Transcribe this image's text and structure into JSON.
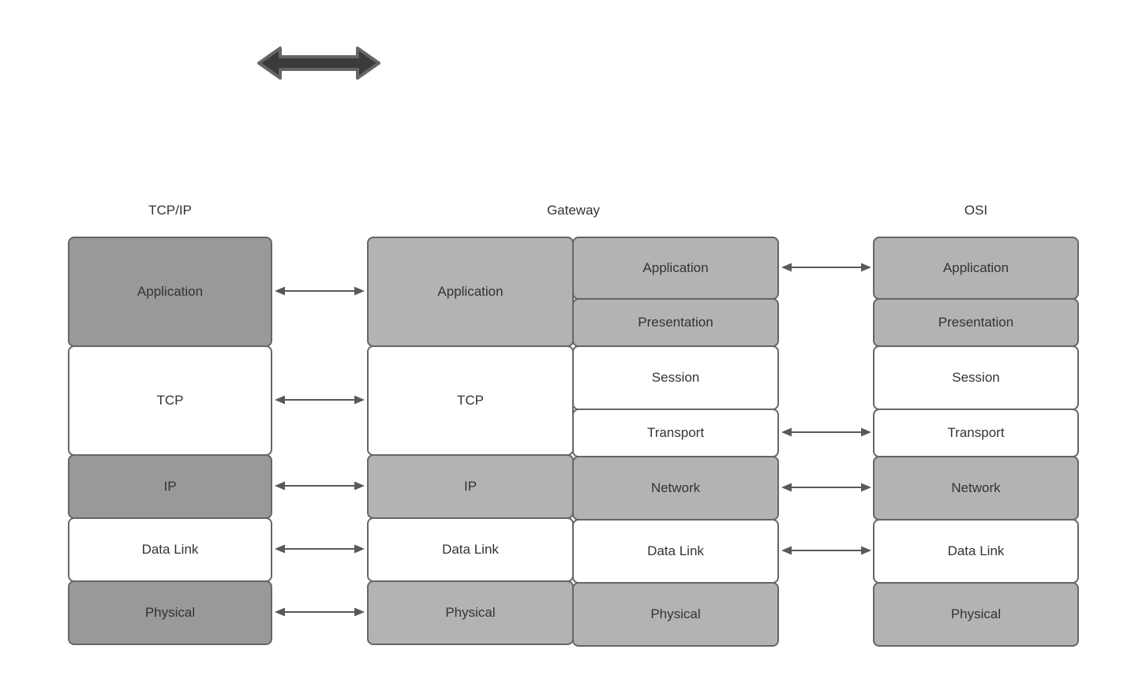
{
  "titles": {
    "tcpip": "TCP/IP",
    "gateway": "Gateway",
    "osi": "OSI"
  },
  "tcpip_layers": [
    "Application",
    "TCP",
    "IP",
    "Data Link",
    "Physical"
  ],
  "gateway_left_layers": [
    "Application",
    "TCP",
    "IP",
    "Data Link",
    "Physical"
  ],
  "gateway_right_layers": [
    "Application",
    "Presentation",
    "Session",
    "Transport",
    "Network",
    "Data Link",
    "Physical"
  ],
  "osi_layers": [
    "Application",
    "Presentation",
    "Session",
    "Transport",
    "Network",
    "Data Link",
    "Physical"
  ],
  "colors": {
    "tcpip_gray": "#999999",
    "gateway_osi_gray": "#b3b3b3",
    "white": "#ffffff",
    "border": "#666666",
    "text": "#333333",
    "connector": "#595959",
    "big_arrow_fill": "#3b3b3b"
  },
  "icons": {
    "top": "double-headed-arrow-icon",
    "connector": "double-headed-connector-icon"
  }
}
